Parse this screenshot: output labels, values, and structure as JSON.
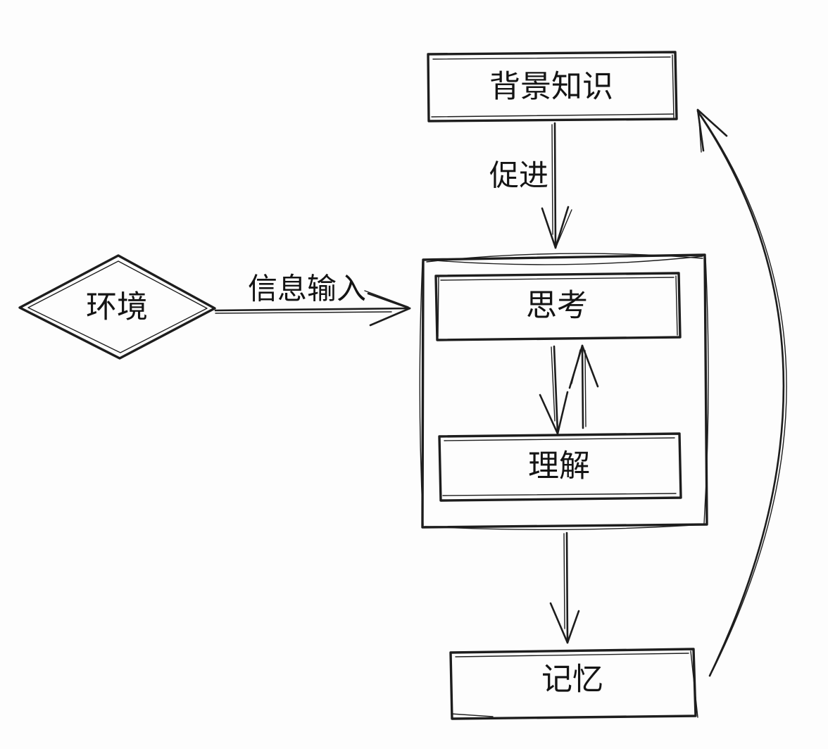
{
  "diagram": {
    "type": "flowchart",
    "style": "hand-drawn-sketch",
    "colors": {
      "background": "#fdfdfd",
      "ink": "#1d1d1d",
      "text": "#141414"
    },
    "nodes": {
      "background_knowledge": {
        "label": "背景知识",
        "shape": "rectangle"
      },
      "environment": {
        "label": "环境",
        "shape": "diamond"
      },
      "thinking": {
        "label": "思考",
        "shape": "rectangle"
      },
      "understanding": {
        "label": "理解",
        "shape": "rectangle"
      },
      "memory": {
        "label": "记忆",
        "shape": "rectangle"
      }
    },
    "edges": [
      {
        "from": "背景知识",
        "to": "思考/理解容器",
        "label": "促进",
        "direction": "down"
      },
      {
        "from": "环境",
        "to": "思考/理解容器",
        "label": "信息输入",
        "direction": "right"
      },
      {
        "from": "思考",
        "to": "理解",
        "label": "",
        "direction": "down"
      },
      {
        "from": "理解",
        "to": "思考",
        "label": "",
        "direction": "up"
      },
      {
        "from": "思考/理解容器",
        "to": "记忆",
        "label": "",
        "direction": "down"
      },
      {
        "from": "记忆",
        "to": "背景知识",
        "label": "",
        "direction": "curved-up"
      }
    ]
  }
}
